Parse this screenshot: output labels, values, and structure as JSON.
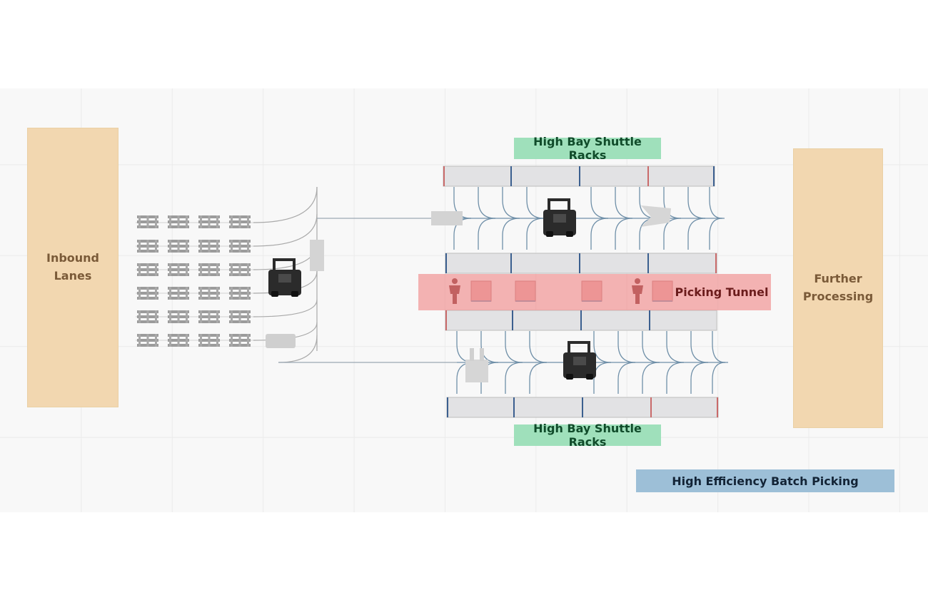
{
  "labels": {
    "inbound": "Inbound\nLanes",
    "further": "Further\nProcessing",
    "racks_top": "High Bay Shuttle Racks",
    "racks_bottom": "High Bay Shuttle Racks",
    "tunnel": "Picking Tunnel",
    "batch": "High Efficiency Batch Picking"
  },
  "colors": {
    "zone": "#f2d7b0",
    "rack_label": "#9fe0bb",
    "tunnel": "#f08c8c",
    "batch": "#9dbfd7",
    "rail": "#6f8fa8",
    "rack": "#e2e2e4"
  },
  "icons": [
    "pallet-icon",
    "forklift-icon",
    "person-icon",
    "tote-icon",
    "shuttle-icon",
    "conveyor-icon"
  ]
}
